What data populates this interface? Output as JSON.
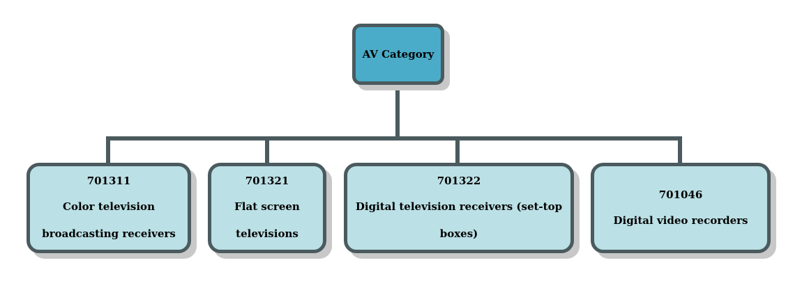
{
  "root": {
    "label": "AV Category"
  },
  "children": [
    {
      "code": "701311",
      "label": "Color television broadcasting receivers"
    },
    {
      "code": "701321",
      "label": "Flat screen televisions"
    },
    {
      "code": "701322",
      "label": "Digital television receivers (set-top boxes)"
    },
    {
      "code": "701046",
      "label": "Digital video recorders"
    }
  ],
  "colors": {
    "root_fill": "#4aacc8",
    "leaf_fill": "#bbe0e5",
    "border": "#4a5a5e",
    "shadow": "#c8c8c8"
  }
}
